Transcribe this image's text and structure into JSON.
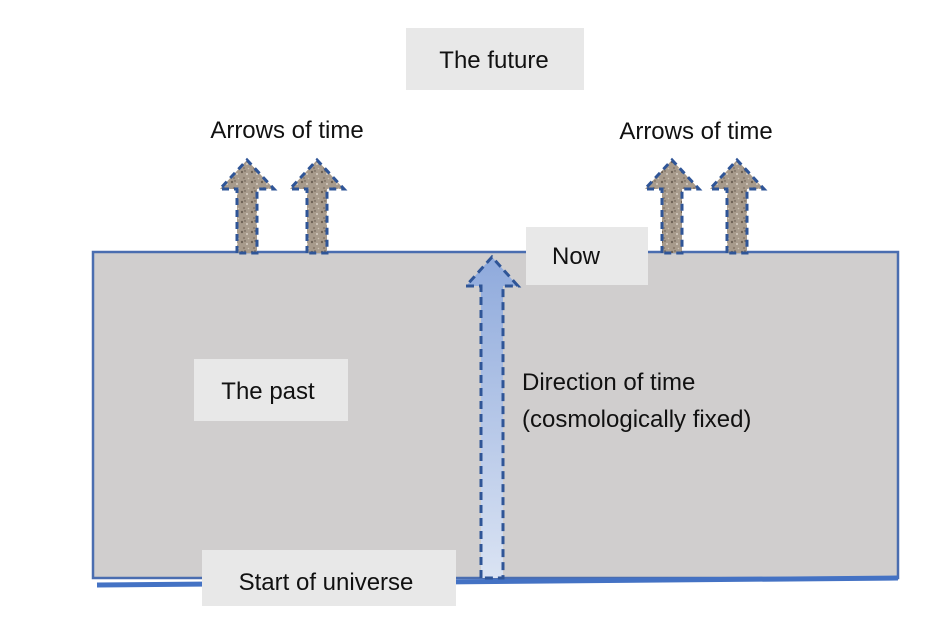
{
  "diagram": {
    "future_label": "The future",
    "now_label": "Now",
    "past_label": "The past",
    "start_label": "Start of universe",
    "arrows_left_label": "Arrows of time",
    "arrows_right_label": "Arrows of time",
    "direction_line1": "Direction of time",
    "direction_line2": "(cosmologically fixed)"
  },
  "colors": {
    "region_fill": "#d0cece",
    "region_border": "#4a6db0",
    "label_box": "#e8e8e8",
    "arrow_dashes": "#2f5597",
    "time_arrow_top": "#8faadc",
    "time_arrow_bottom": "#dae3f3",
    "small_arrow_texture": "#a89b8c"
  }
}
